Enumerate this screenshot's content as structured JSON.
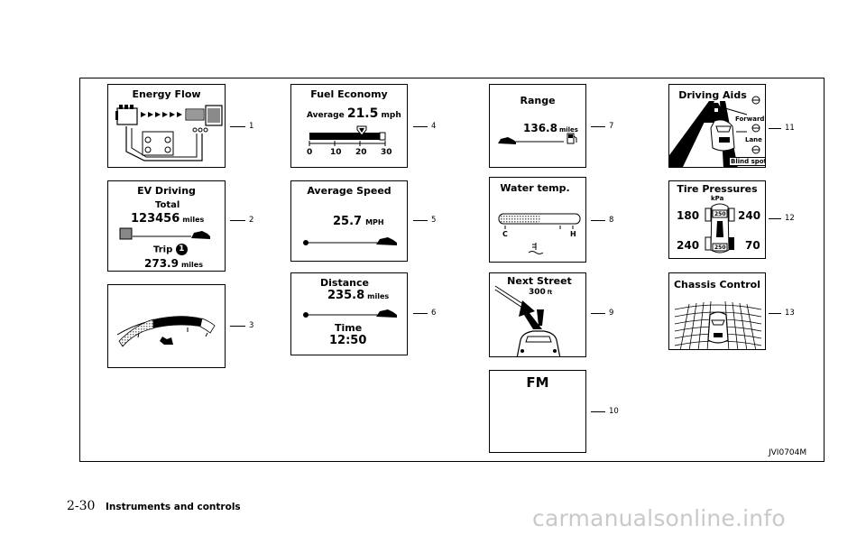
{
  "figure_id": "JVI0704M",
  "footer": {
    "page": "2-30",
    "section": "Instruments and controls"
  },
  "watermark": "carmanualsonline.info",
  "callouts": [
    "1",
    "2",
    "3",
    "4",
    "5",
    "6",
    "7",
    "8",
    "9",
    "10",
    "11",
    "12",
    "13"
  ],
  "panels": {
    "energy_flow": {
      "title": "Energy Flow"
    },
    "ev_driving": {
      "title": "EV Driving",
      "total_label": "Total",
      "total_value": "123456",
      "total_unit": "miles",
      "trip_label": "Trip",
      "trip_icon_text": "1",
      "trip_value": "273.9",
      "trip_unit": "miles"
    },
    "eco_gauge": {},
    "fuel_economy": {
      "title": "Fuel Economy",
      "avg_label": "Average",
      "avg_value": "21.5",
      "avg_unit": "mph",
      "scale": [
        "0",
        "10",
        "20",
        "30"
      ],
      "pointer_fraction": 0.62
    },
    "average_speed": {
      "title": "Average Speed",
      "value": "25.7",
      "unit": "MPH"
    },
    "distance": {
      "title": "Distance",
      "value": "235.8",
      "unit": "miles",
      "time_label": "Time",
      "time_value": "12:50"
    },
    "range": {
      "title": "Range",
      "value": "136.8",
      "unit": "miles"
    },
    "water_temp": {
      "title": "Water temp.",
      "low": "C",
      "high": "H",
      "fill_fraction": 0.45
    },
    "next_street": {
      "title": "Next Street",
      "value": "300",
      "unit": "ft"
    },
    "audio": {
      "title": "FM"
    },
    "driving_aids": {
      "title": "Driving Aids",
      "items": [
        "Forward",
        "Lane",
        "Blind spot"
      ]
    },
    "tire_pressures": {
      "title": "Tire Pressures",
      "unit": "kPa",
      "fl": "180",
      "fr": "240",
      "rl": "240",
      "rr": "70",
      "tag_front": "250",
      "tag_rear": "250"
    },
    "chassis_control": {
      "title": "Chassis Control"
    }
  }
}
